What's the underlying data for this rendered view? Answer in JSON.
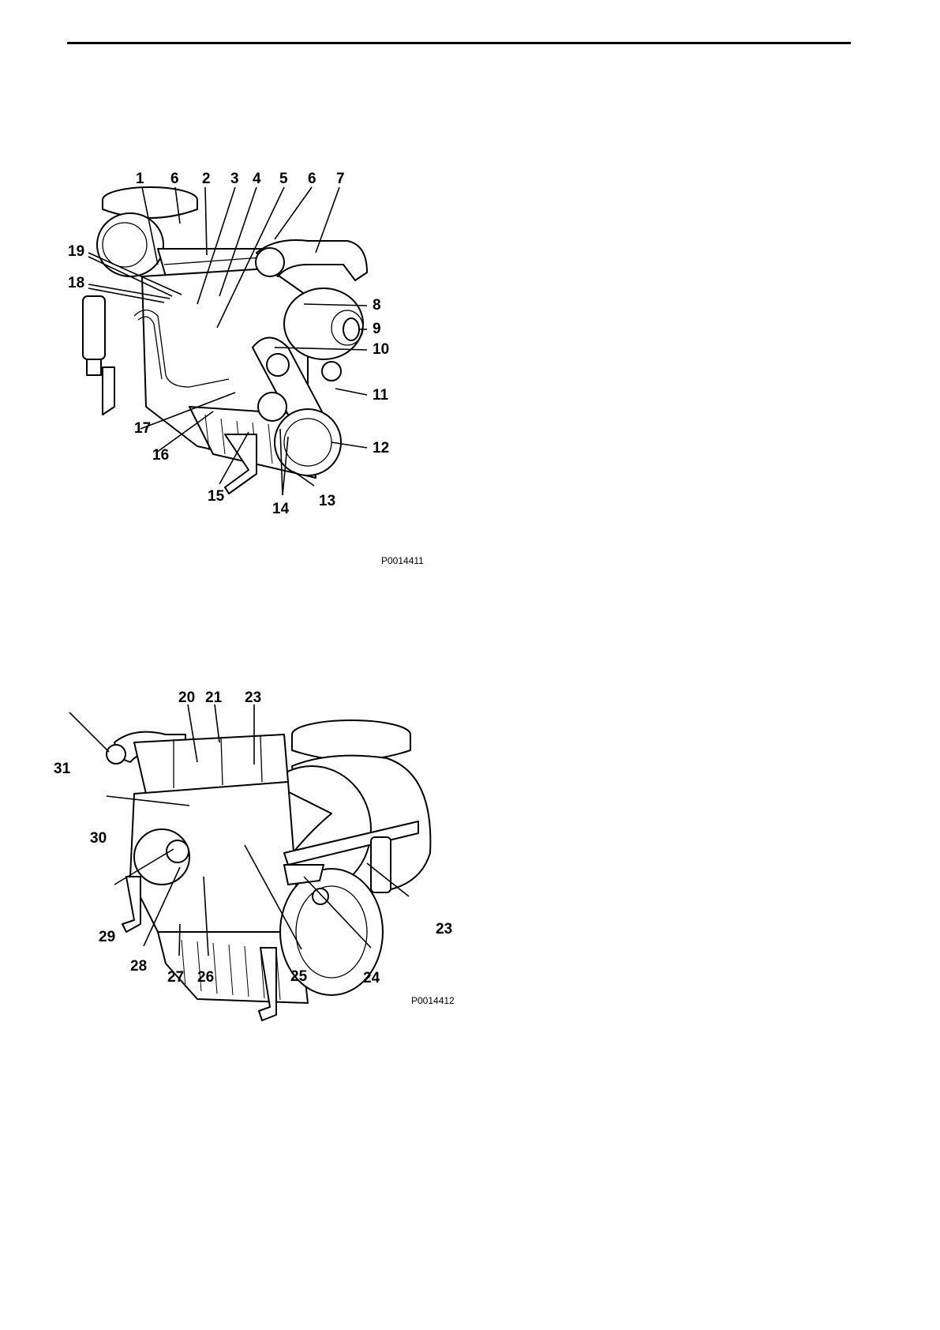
{
  "figures": [
    {
      "id": "fig1",
      "code": "P0014411",
      "labels": [
        "1",
        "6",
        "2",
        "3",
        "4",
        "5",
        "6",
        "7",
        "19",
        "18",
        "8",
        "9",
        "10",
        "11",
        "17",
        "16",
        "12",
        "15",
        "14",
        "13"
      ]
    },
    {
      "id": "fig2",
      "code": "P0014412",
      "labels": [
        "20",
        "21",
        "23",
        "31",
        "30",
        "29",
        "23",
        "28",
        "27",
        "26",
        "25",
        "24"
      ]
    }
  ]
}
